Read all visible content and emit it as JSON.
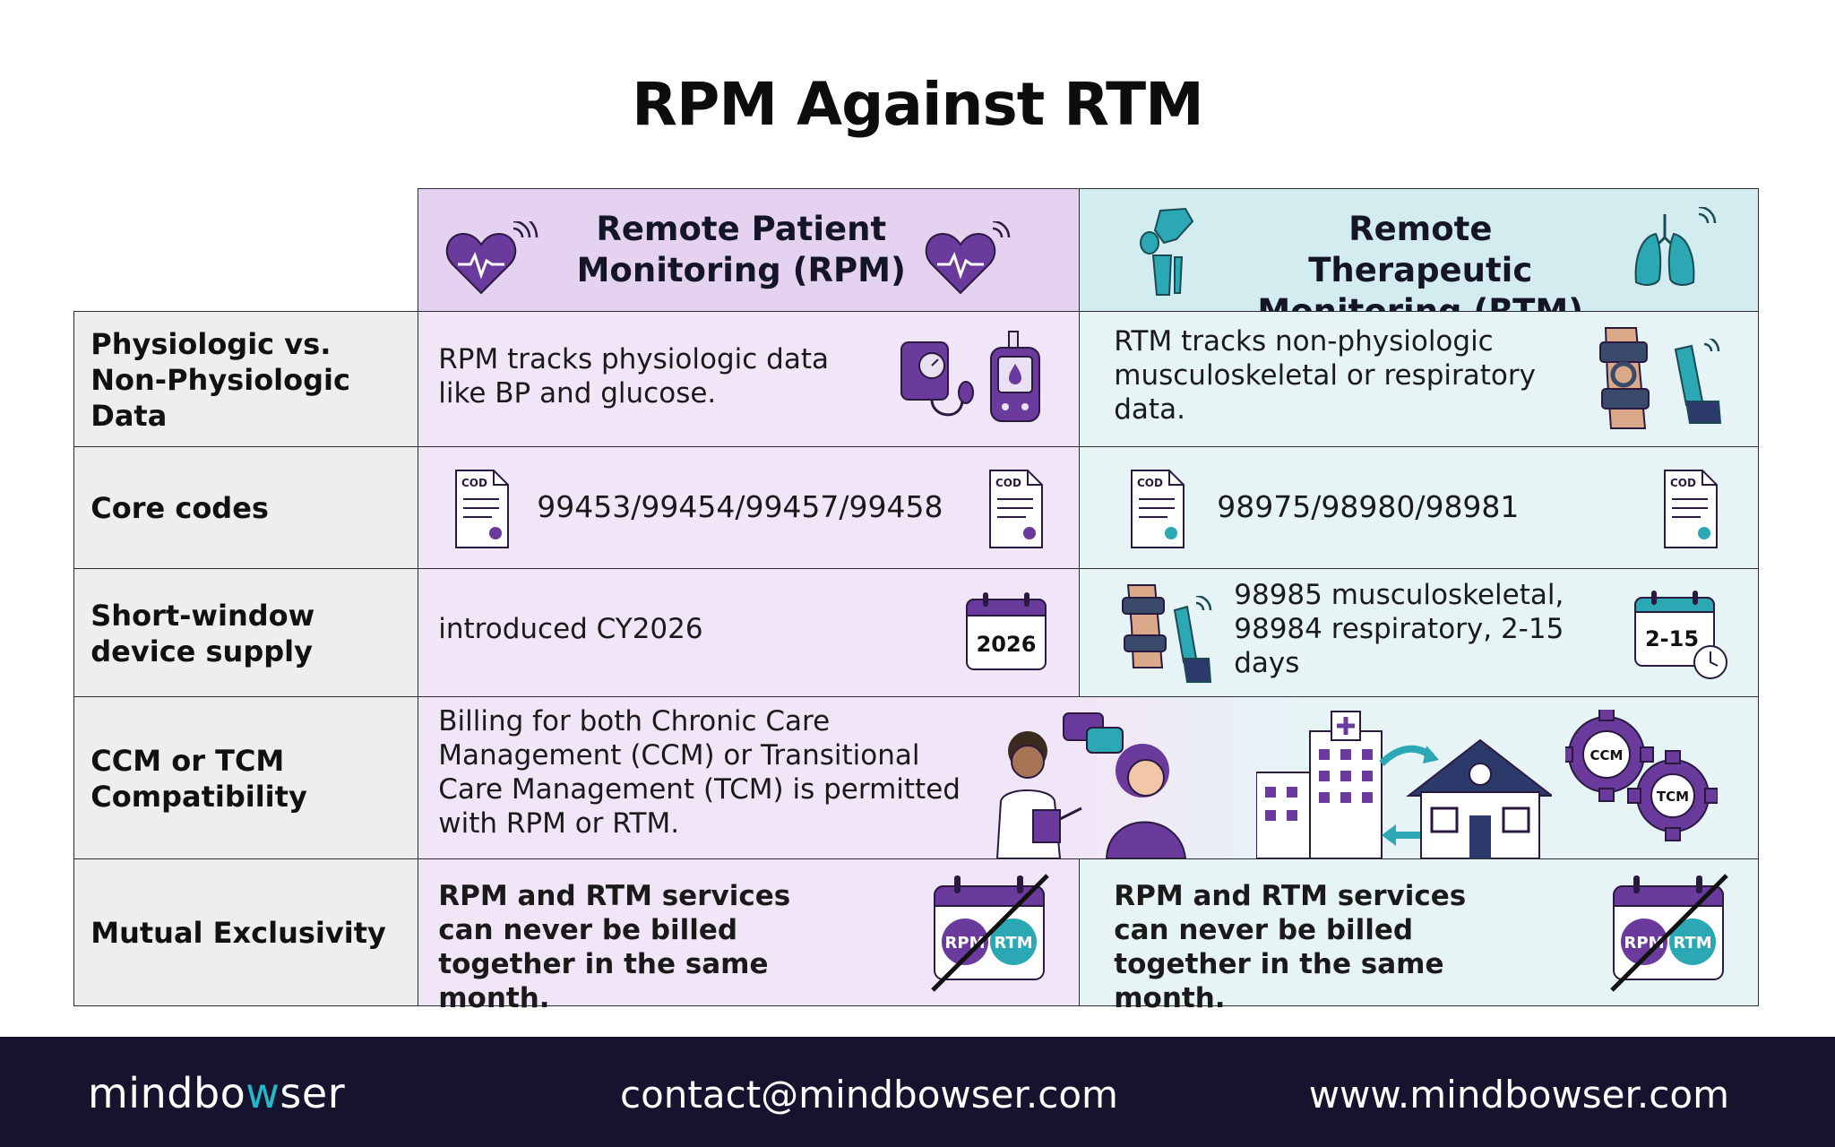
{
  "title": "RPM Against RTM",
  "columns": {
    "rpm": "Remote Patient Monitoring (RPM)",
    "rtm": "Remote Therapeutic Monitoring (RTM)"
  },
  "rows": [
    {
      "label": "Physiologic vs. Non-Physiologic Data",
      "rpm": "RPM tracks physiologic data like BP and glucose.",
      "rtm": "RTM tracks non-physiologic musculoskeletal or respiratory data."
    },
    {
      "label": "Core codes",
      "rpm": "99453/99454/99457/99458",
      "rtm": "98975/98980/98981",
      "doc_tag": "COD"
    },
    {
      "label": "Short-window device supply",
      "rpm": "introduced CY2026",
      "rtm": "98985 musculoskeletal, 98984 respiratory, 2-15 days",
      "rpm_badge": "2026",
      "rtm_badge": "2-15"
    },
    {
      "label": "CCM or TCM Compatibility",
      "merged": "Billing for both Chronic Care Management (CCM) or Transitional Care Management (TCM) is permitted with RPM or RTM.",
      "gear1": "CCM",
      "gear2": "TCM"
    },
    {
      "label": "Mutual Exclusivity",
      "rpm": "RPM and RTM services can never be billed together in the same month.",
      "rtm": "RPM and RTM services can never be billed together in the same month.",
      "badge_rpm": "RPM",
      "badge_rtm": "RTM"
    }
  ],
  "footer": {
    "brand_pre": "mindbo",
    "brand_w": "w",
    "brand_post": "ser",
    "email": "contact@mindbowser.com",
    "website": "www.mindbowser.com"
  },
  "colors": {
    "rpm_purple": "#6a3a9c",
    "rtm_teal": "#2ba8b4",
    "footer_bg": "#16132e"
  }
}
